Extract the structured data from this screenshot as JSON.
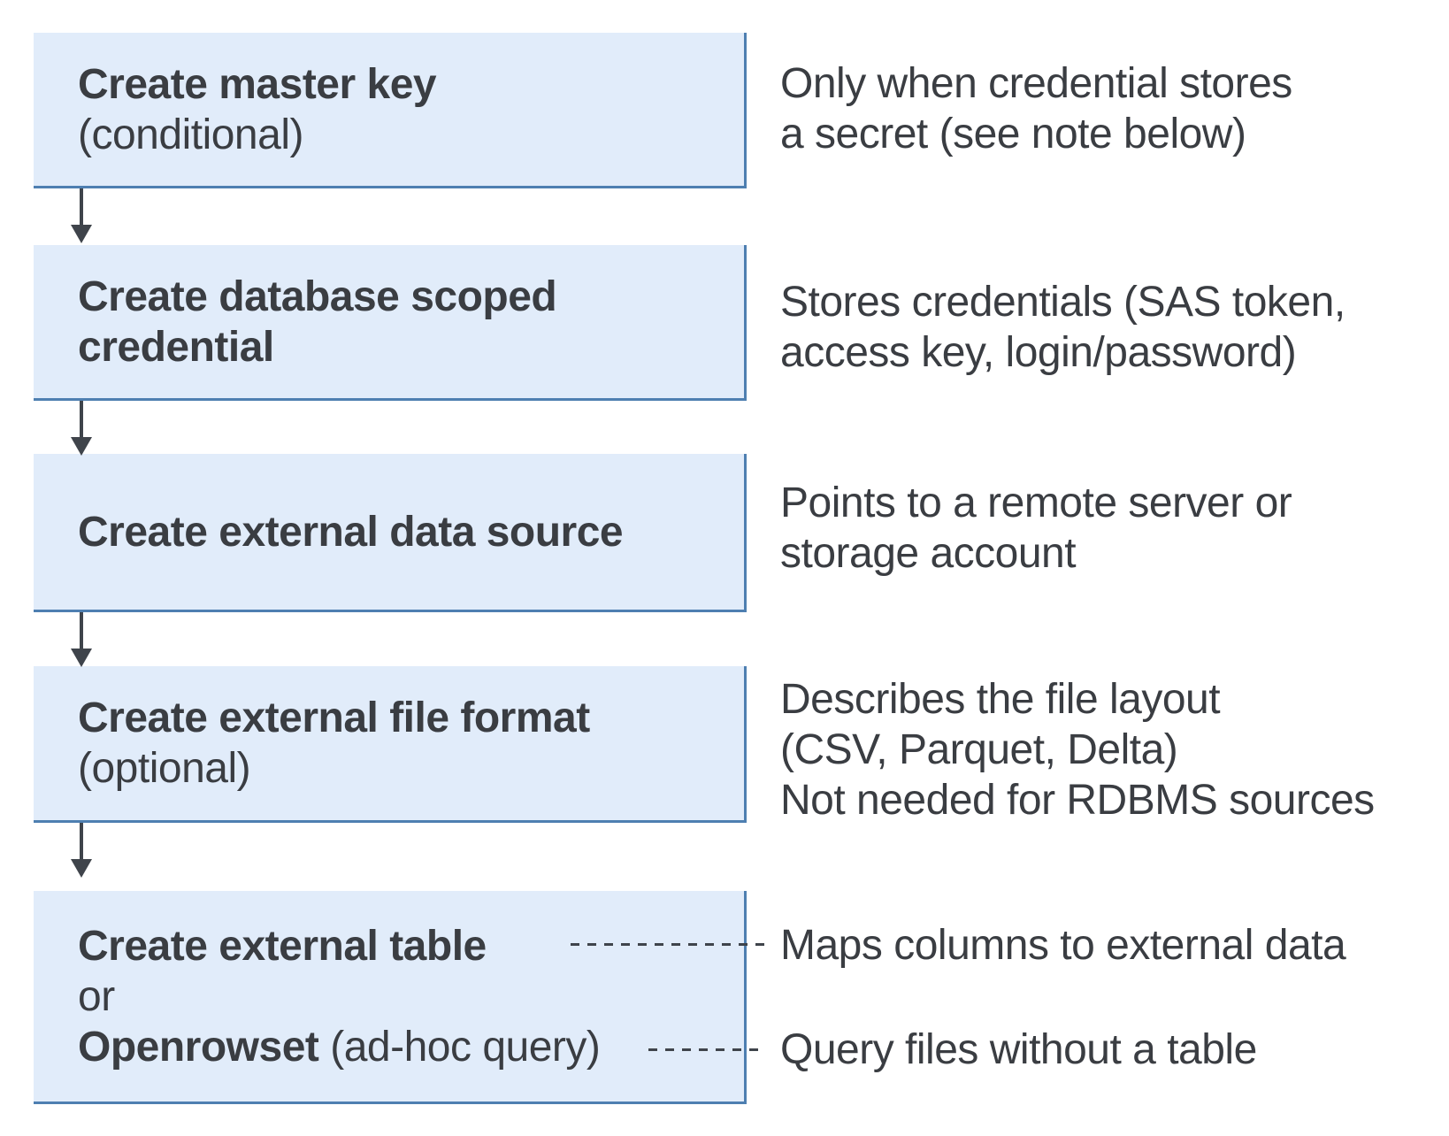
{
  "colors": {
    "box_fill": "#e1ecfa",
    "box_border": "#4e7fb1",
    "text": "#3a3d42",
    "connector": "#3f444b"
  },
  "steps": [
    {
      "title": "Create master key",
      "qualifier": "(conditional)",
      "note": [
        "Only when credential stores",
        "a secret (see note below)"
      ]
    },
    {
      "title_line1": "Create database scoped",
      "title_line2": "credential",
      "note": [
        "Stores credentials (SAS token,",
        "access key, login/password)"
      ]
    },
    {
      "title": "Create external data source",
      "note": [
        "Points to a remote server or",
        "storage account"
      ]
    },
    {
      "title": "Create external file format",
      "qualifier": "(optional)",
      "note": [
        "Describes the file layout",
        "(CSV, Parquet, Delta)",
        "Not needed for RDBMS sources"
      ]
    },
    {
      "title": "Create external table",
      "or_label": "or",
      "alt_title": "Openrowset",
      "alt_qualifier": "(ad-hoc query)",
      "connectors": [
        {
          "label": "Maps columns to external data"
        },
        {
          "label": "Query files without a table"
        }
      ]
    }
  ]
}
